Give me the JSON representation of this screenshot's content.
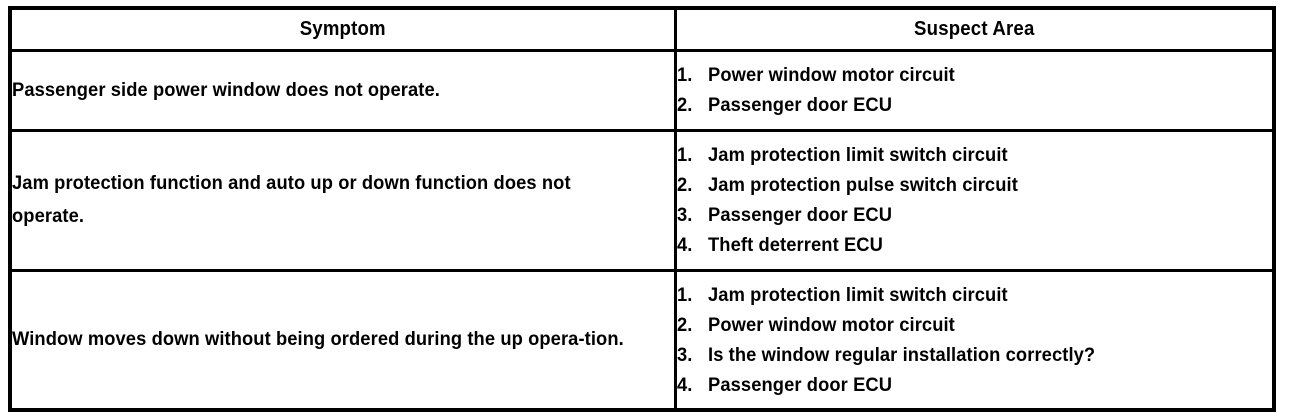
{
  "table": {
    "columns": [
      {
        "key": "symptom",
        "header": "Symptom"
      },
      {
        "key": "suspect",
        "header": "Suspect Area"
      }
    ],
    "rows": [
      {
        "symptom": "Passenger side power window does not operate.",
        "suspect_items": [
          {
            "num": "1.",
            "text": "Power window motor circuit"
          },
          {
            "num": "2.",
            "text": "Passenger door ECU"
          }
        ]
      },
      {
        "symptom": "Jam protection function and auto up or down function does not operate.",
        "suspect_items": [
          {
            "num": "1.",
            "text": "Jam protection limit switch circuit"
          },
          {
            "num": "2.",
            "text": "Jam protection pulse switch circuit"
          },
          {
            "num": "3.",
            "text": "Passenger door ECU"
          },
          {
            "num": "4.",
            "text": "Theft deterrent ECU"
          }
        ]
      },
      {
        "symptom": "Window moves down without being ordered during the up opera-tion.",
        "suspect_items": [
          {
            "num": "1.",
            "text": "Jam protection limit switch circuit"
          },
          {
            "num": "2.",
            "text": "Power window motor circuit"
          },
          {
            "num": "3.",
            "text": "Is the window regular installation correctly?"
          },
          {
            "num": "4.",
            "text": "Passenger door ECU"
          }
        ]
      }
    ]
  },
  "colors": {
    "ink": "#000000",
    "paper": "#ffffff"
  }
}
